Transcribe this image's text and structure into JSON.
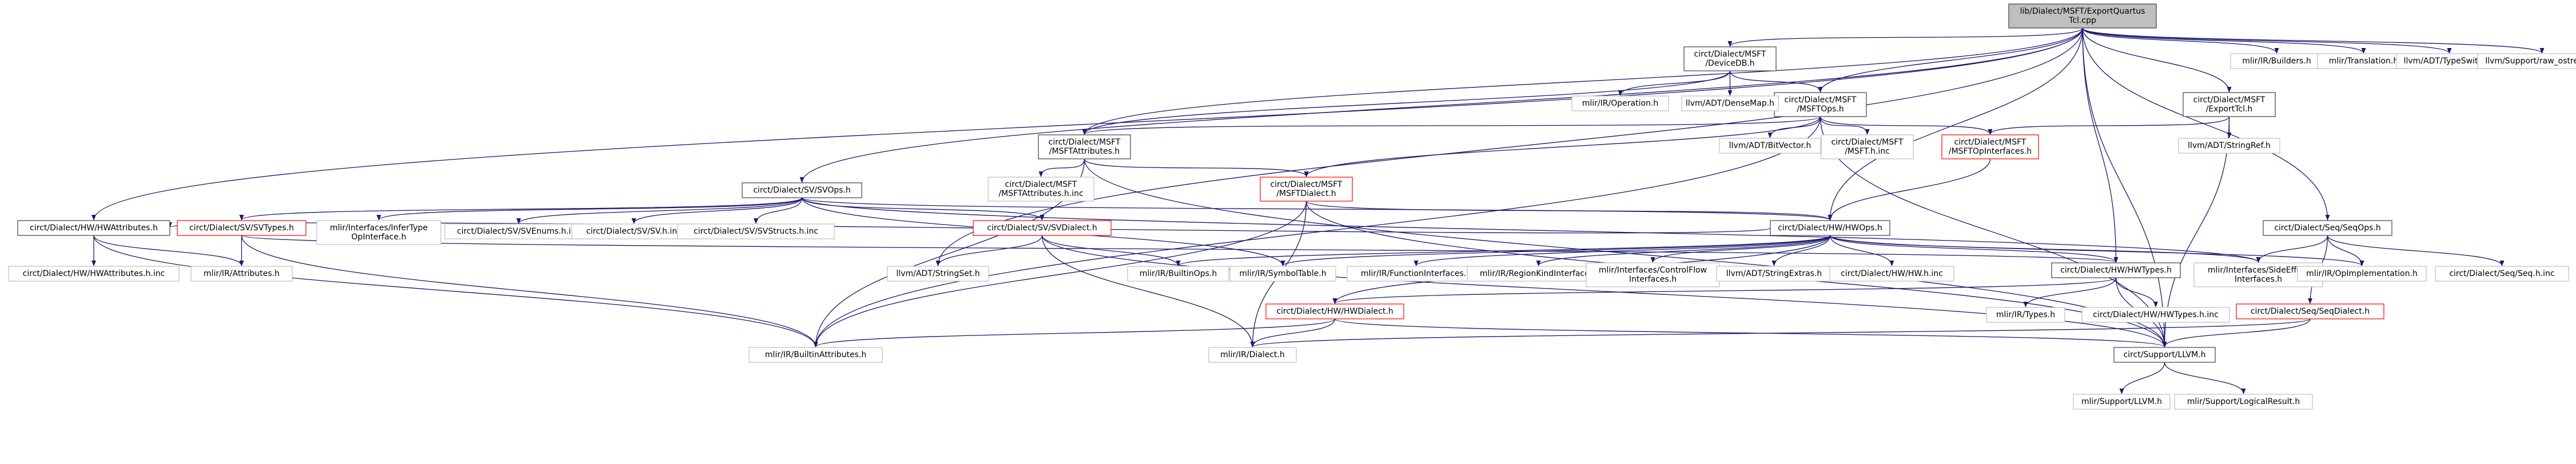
{
  "page": {
    "title": "lib/Dialect/MSFT/ExportQuartusTcl.cpp include dependency graph"
  },
  "colors": {
    "edge": "#191970",
    "edge_alt": "#63b8ff",
    "root_fill": "#bfbfbf",
    "documented_border": "#404040",
    "undocumented_border": "#bfbfbf",
    "incomplete_border": "#ff0000"
  },
  "nodes": [
    {
      "id": "root",
      "lines": [
        "lib/Dialect/MSFT/ExportQuartus",
        "Tcl.cpp"
      ],
      "kind": "root"
    },
    {
      "id": "deviceDB",
      "lines": [
        "circt/Dialect/MSFT",
        "/DeviceDB.h"
      ],
      "kind": "doc"
    },
    {
      "id": "mirBuilders",
      "lines": [
        "mlir/IR/Builders.h"
      ],
      "kind": "plain"
    },
    {
      "id": "mirTranslation",
      "lines": [
        "mlir/Translation.h"
      ],
      "kind": "plain"
    },
    {
      "id": "llvmTypeSwitch",
      "lines": [
        "llvm/ADT/TypeSwitch.h"
      ],
      "kind": "plain"
    },
    {
      "id": "llvmRawOstream",
      "lines": [
        "llvm/Support/raw_ostream.h"
      ],
      "kind": "plain"
    },
    {
      "id": "msftOps",
      "lines": [
        "circt/Dialect/MSFT",
        "/MSFTOps.h"
      ],
      "kind": "doc"
    },
    {
      "id": "exportTcl",
      "lines": [
        "circt/Dialect/MSFT",
        "/ExportTcl.h"
      ],
      "kind": "doc"
    },
    {
      "id": "mirOperation",
      "lines": [
        "mlir/IR/Operation.h"
      ],
      "kind": "plain"
    },
    {
      "id": "llvmDenseMap",
      "lines": [
        "llvm/ADT/DenseMap.h"
      ],
      "kind": "plain"
    },
    {
      "id": "msftAttributes",
      "lines": [
        "circt/Dialect/MSFT",
        "/MSFTAttributes.h"
      ],
      "kind": "doc"
    },
    {
      "id": "llvmBitVector",
      "lines": [
        "llvm/ADT/BitVector.h"
      ],
      "kind": "plain"
    },
    {
      "id": "msftInc",
      "lines": [
        "circt/Dialect/MSFT",
        "/MSFT.h.inc"
      ],
      "kind": "plain"
    },
    {
      "id": "msftOpInterfaces",
      "lines": [
        "circt/Dialect/MSFT",
        "/MSFTOpInterfaces.h"
      ],
      "kind": "red"
    },
    {
      "id": "llvmStringRef",
      "lines": [
        "llvm/ADT/StringRef.h"
      ],
      "kind": "plain"
    },
    {
      "id": "svOps",
      "lines": [
        "circt/Dialect/SV/SVOps.h"
      ],
      "kind": "doc"
    },
    {
      "id": "msftAttributesInc",
      "lines": [
        "circt/Dialect/MSFT",
        "/MSFTAttributes.h.inc"
      ],
      "kind": "plain"
    },
    {
      "id": "msftDialect",
      "lines": [
        "circt/Dialect/MSFT",
        "/MSFTDialect.h"
      ],
      "kind": "red"
    },
    {
      "id": "hwAttributes",
      "lines": [
        "circt/Dialect/HW/HWAttributes.h"
      ],
      "kind": "doc"
    },
    {
      "id": "svTypes",
      "lines": [
        "circt/Dialect/SV/SVTypes.h"
      ],
      "kind": "red"
    },
    {
      "id": "inferTypeOpInterface",
      "lines": [
        "mlir/Interfaces/InferType",
        "OpInterface.h"
      ],
      "kind": "plain"
    },
    {
      "id": "svEnums",
      "lines": [
        "circt/Dialect/SV/SVEnums.h.inc"
      ],
      "kind": "plain"
    },
    {
      "id": "svInc",
      "lines": [
        "circt/Dialect/SV/SV.h.inc"
      ],
      "kind": "plain"
    },
    {
      "id": "svStructs",
      "lines": [
        "circt/Dialect/SV/SVStructs.h.inc"
      ],
      "kind": "plain"
    },
    {
      "id": "svDialect",
      "lines": [
        "circt/Dialect/SV/SVDialect.h"
      ],
      "kind": "red"
    },
    {
      "id": "hwOps",
      "lines": [
        "circt/Dialect/HW/HWOps.h"
      ],
      "kind": "doc"
    },
    {
      "id": "seqOps",
      "lines": [
        "circt/Dialect/Seq/SeqOps.h"
      ],
      "kind": "doc"
    },
    {
      "id": "hwAttributesInc",
      "lines": [
        "circt/Dialect/HW/HWAttributes.h.inc"
      ],
      "kind": "plain"
    },
    {
      "id": "mirAttributes",
      "lines": [
        "mlir/IR/Attributes.h"
      ],
      "kind": "plain"
    },
    {
      "id": "llvmStringSet",
      "lines": [
        "llvm/ADT/StringSet.h"
      ],
      "kind": "plain"
    },
    {
      "id": "mirBuiltinOps",
      "lines": [
        "mlir/IR/BuiltinOps.h"
      ],
      "kind": "plain"
    },
    {
      "id": "mirSymbolTable",
      "lines": [
        "mlir/IR/SymbolTable.h"
      ],
      "kind": "plain"
    },
    {
      "id": "mirFunctionInterfaces",
      "lines": [
        "mlir/IR/FunctionInterfaces.h"
      ],
      "kind": "plain"
    },
    {
      "id": "mirRegionKindInterface",
      "lines": [
        "mlir/IR/RegionKindInterface.h"
      ],
      "kind": "plain"
    },
    {
      "id": "controlFlowInterfaces",
      "lines": [
        "mlir/Interfaces/ControlFlow",
        "Interfaces.h"
      ],
      "kind": "plain"
    },
    {
      "id": "llvmStringExtras",
      "lines": [
        "llvm/ADT/StringExtras.h"
      ],
      "kind": "plain"
    },
    {
      "id": "hwInc",
      "lines": [
        "circt/Dialect/HW/HW.h.inc"
      ],
      "kind": "plain"
    },
    {
      "id": "hwTypes",
      "lines": [
        "circt/Dialect/HW/HWTypes.h"
      ],
      "kind": "doc"
    },
    {
      "id": "sideEffectInterfaces",
      "lines": [
        "mlir/Interfaces/SideEffect",
        "Interfaces.h"
      ],
      "kind": "plain"
    },
    {
      "id": "mirOpImplementation",
      "lines": [
        "mlir/IR/OpImplementation.h"
      ],
      "kind": "plain"
    },
    {
      "id": "seqInc",
      "lines": [
        "circt/Dialect/Seq/Seq.h.inc"
      ],
      "kind": "plain"
    },
    {
      "id": "hwDialect",
      "lines": [
        "circt/Dialect/HW/HWDialect.h"
      ],
      "kind": "red"
    },
    {
      "id": "mirTypes",
      "lines": [
        "mlir/IR/Types.h"
      ],
      "kind": "plain"
    },
    {
      "id": "hwTypesInc",
      "lines": [
        "circt/Dialect/HW/HWTypes.h.inc"
      ],
      "kind": "plain"
    },
    {
      "id": "seqDialect",
      "lines": [
        "circt/Dialect/Seq/SeqDialect.h"
      ],
      "kind": "red"
    },
    {
      "id": "mirBuiltinAttributes",
      "lines": [
        "mlir/IR/BuiltinAttributes.h"
      ],
      "kind": "plain"
    },
    {
      "id": "mirDialect",
      "lines": [
        "mlir/IR/Dialect.h"
      ],
      "kind": "plain"
    },
    {
      "id": "supportLLVM",
      "lines": [
        "circt/Support/LLVM.h"
      ],
      "kind": "doc"
    },
    {
      "id": "mlirSupportLLVM",
      "lines": [
        "mlir/Support/LLVM.h"
      ],
      "kind": "plain"
    },
    {
      "id": "mlirLogicalResult",
      "lines": [
        "mlir/Support/LogicalResult.h"
      ],
      "kind": "plain"
    }
  ],
  "edges": [
    [
      "root",
      "deviceDB"
    ],
    [
      "root",
      "mirBuilders"
    ],
    [
      "root",
      "mirTranslation"
    ],
    [
      "root",
      "llvmTypeSwitch"
    ],
    [
      "root",
      "llvmRawOstream"
    ],
    [
      "root",
      "msftOps"
    ],
    [
      "root",
      "exportTcl"
    ],
    [
      "root",
      "msftAttributes"
    ],
    [
      "root",
      "svOps"
    ],
    [
      "root",
      "hwAttributes"
    ],
    [
      "root",
      "hwOps"
    ],
    [
      "root",
      "seqOps"
    ],
    [
      "root",
      "hwTypes"
    ],
    [
      "root",
      "supportLLVM"
    ],
    [
      "root",
      "llvmStringSet"
    ],
    [
      "deviceDB",
      "mirOperation"
    ],
    [
      "deviceDB",
      "llvmDenseMap"
    ],
    [
      "deviceDB",
      "msftOps"
    ],
    [
      "deviceDB",
      "msftAttributes"
    ],
    [
      "msftOps",
      "msftAttributes"
    ],
    [
      "msftOps",
      "llvmBitVector"
    ],
    [
      "msftOps",
      "msftInc"
    ],
    [
      "msftOps",
      "msftOpInterfaces"
    ],
    [
      "msftOps",
      "msftDialect"
    ],
    [
      "msftOps",
      "mirBuiltinAttributes"
    ],
    [
      "msftOps",
      "supportLLVM"
    ],
    [
      "exportTcl",
      "msftOpInterfaces"
    ],
    [
      "exportTcl",
      "llvmStringRef"
    ],
    [
      "exportTcl",
      "supportLLVM"
    ],
    [
      "msftAttributes",
      "msftAttributesInc"
    ],
    [
      "msftAttributes",
      "msftDialect"
    ],
    [
      "msftAttributes",
      "mirBuiltinAttributes"
    ],
    [
      "msftAttributes",
      "supportLLVM"
    ],
    [
      "msftOpInterfaces",
      "hwOps"
    ],
    [
      "msftDialect",
      "hwOps"
    ],
    [
      "msftDialect",
      "mirDialect"
    ],
    [
      "msftDialect",
      "supportLLVM"
    ],
    [
      "msftDialect",
      "mirBuiltinAttributes"
    ],
    [
      "svOps",
      "svTypes"
    ],
    [
      "svOps",
      "inferTypeOpInterface"
    ],
    [
      "svOps",
      "svEnums"
    ],
    [
      "svOps",
      "svInc"
    ],
    [
      "svOps",
      "svStructs"
    ],
    [
      "svOps",
      "svDialect"
    ],
    [
      "svOps",
      "hwOps"
    ],
    [
      "svOps",
      "mirSymbolTable"
    ],
    [
      "svOps",
      "sideEffectInterfaces"
    ],
    [
      "hwAttributes",
      "hwAttributesInc"
    ],
    [
      "hwAttributes",
      "mirAttributes"
    ],
    [
      "hwAttributes",
      "mirBuiltinAttributes"
    ],
    [
      "svTypes",
      "mirAttributes"
    ],
    [
      "svTypes",
      "mirBuiltinAttributes"
    ],
    [
      "svTypes",
      "hwTypes"
    ],
    [
      "svDialect",
      "llvmStringSet"
    ],
    [
      "svDialect",
      "mirBuiltinOps"
    ],
    [
      "svDialect",
      "mirDialect"
    ],
    [
      "svDialect",
      "supportLLVM"
    ],
    [
      "hwOps",
      "mirBuiltinOps"
    ],
    [
      "hwOps",
      "mirSymbolTable"
    ],
    [
      "hwOps",
      "mirFunctionInterfaces"
    ],
    [
      "hwOps",
      "mirRegionKindInterface"
    ],
    [
      "hwOps",
      "controlFlowInterfaces"
    ],
    [
      "hwOps",
      "llvmStringExtras"
    ],
    [
      "hwOps",
      "hwInc"
    ],
    [
      "hwOps",
      "hwTypes"
    ],
    [
      "hwOps",
      "sideEffectInterfaces"
    ],
    [
      "hwOps",
      "mirOpImplementation"
    ],
    [
      "hwOps",
      "hwDialect"
    ],
    [
      "hwOps",
      "hwAttributes"
    ],
    [
      "seqOps",
      "seqInc"
    ],
    [
      "seqOps",
      "seqDialect"
    ],
    [
      "seqOps",
      "sideEffectInterfaces"
    ],
    [
      "seqOps",
      "mirOpImplementation"
    ],
    [
      "hwTypes",
      "hwDialect"
    ],
    [
      "hwTypes",
      "mirTypes"
    ],
    [
      "hwTypes",
      "hwTypesInc"
    ],
    [
      "hwTypes",
      "supportLLVM"
    ],
    [
      "hwDialect",
      "mirDialect"
    ],
    [
      "hwDialect",
      "supportLLVM"
    ],
    [
      "hwDialect",
      "mirBuiltinAttributes"
    ],
    [
      "seqDialect",
      "mirDialect"
    ],
    [
      "seqDialect",
      "supportLLVM"
    ],
    [
      "supportLLVM",
      "mlirSupportLLVM"
    ],
    [
      "supportLLVM",
      "mlirLogicalResult"
    ]
  ]
}
